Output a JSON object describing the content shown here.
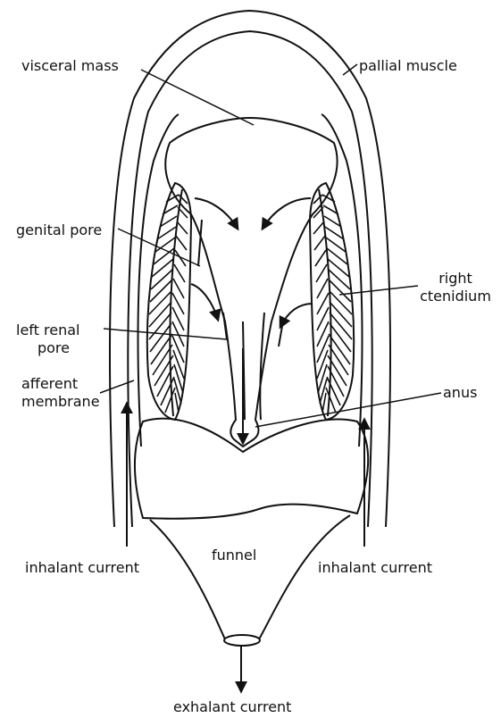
{
  "labels": {
    "visceral_mass": "visceral mass",
    "pallial_muscle": "pallial muscle",
    "genital_pore": "genital pore",
    "right_ctenidium_line1": "right",
    "right_ctenidium_line2": "ctenidium",
    "left_renal_pore_line1": "left renal",
    "left_renal_pore_line2": "pore",
    "afferent_membrane_line1": "afferent",
    "afferent_membrane_line2": "membrane",
    "anus": "anus",
    "funnel": "funnel",
    "inhalant_current_left": "inhalant current",
    "inhalant_current_right": "inhalant current",
    "exhalant_current": "exhalant current"
  },
  "colors": {
    "ink": "#111111",
    "background": "#ffffff"
  }
}
